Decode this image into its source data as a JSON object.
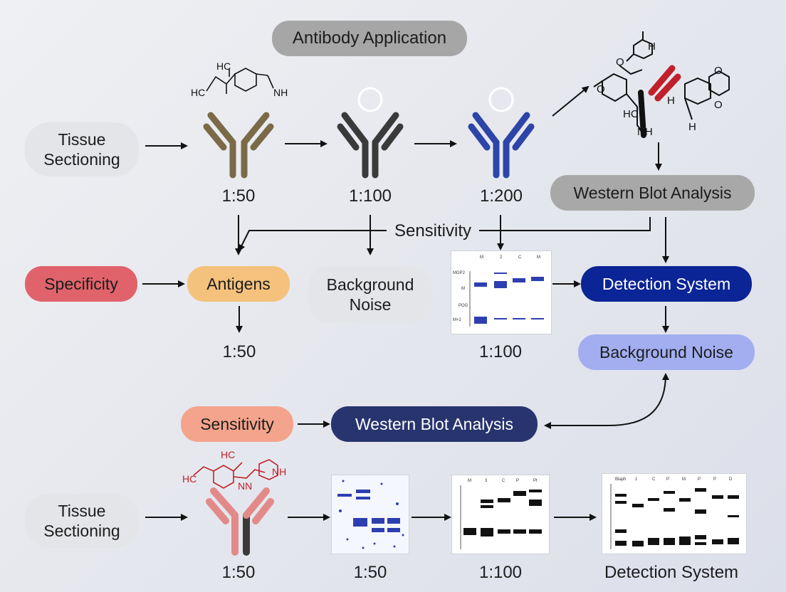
{
  "colors": {
    "gray_pill": "#a6a6a6",
    "light_pill": "#e3e5e8",
    "red_pill": "#e0636b",
    "orange_pill": "#f4c27c",
    "navy_pill": "#0b2496",
    "lavender_pill": "#a2aef0",
    "salmon_pill": "#f4a48c",
    "dark_navy_pill": "#28346e",
    "antibody_brown": "#7b6a48",
    "antibody_black": "#3a3a3a",
    "antibody_blue": "#2d45a8",
    "antibody_pink": "#e28a8a",
    "molecule_red": "#c0202a"
  },
  "top_title": "Antibody Application",
  "nodes": {
    "tissue_sectioning_top": "Tissue Sectioning",
    "western_blot_top": "Western Blot Analysis",
    "sensitivity_label": "Sensitivity",
    "specificity": "Specificity",
    "antigens": "Antigens",
    "background_noise_mid": "Background Noise",
    "detection_system": "Detection System",
    "background_noise_right": "Background Noise",
    "sensitivity_bottom": "Sensitivity",
    "western_blot_bottom": "Western Blot Analysis",
    "tissue_sectioning_bottom": "Tissue Sectioning"
  },
  "ratios": {
    "ab1": "1:50",
    "ab2": "1:100",
    "ab3": "1:200",
    "antigens_below": "1:50",
    "blot_mid": "1:100",
    "bottom_ab": "1:50",
    "bottom_gel1": "1:50",
    "bottom_gel2": "1:100",
    "bottom_detection": "Detection System"
  },
  "molecules": {
    "mol1": {
      "hc_top": "HC",
      "hc_left": "HC",
      "nh": "NH"
    },
    "mol_big": {
      "o1": "O",
      "h1": "H",
      "hc": "HC",
      "nh": "NH",
      "h2": "H",
      "o2": "O",
      "o3": "O",
      "o4": "O",
      "h3": "H"
    },
    "mol_bottom": {
      "hc_top": "HC",
      "hc_left": "HC",
      "nn": "NN",
      "nh": "NH"
    }
  },
  "gel_mid": {
    "lane_labels": [
      "M",
      "2",
      "C",
      "M"
    ],
    "side_labels": [
      "MGP2",
      "M",
      "POG",
      "M+2"
    ]
  },
  "gel_b2": {
    "lane_labels": [
      "M",
      "3",
      "C",
      "P",
      "Pt"
    ]
  },
  "gel_b3": {
    "lane_labels": [
      "Blaph",
      "1",
      "C",
      "P",
      "M",
      "P",
      "P",
      "D"
    ]
  }
}
